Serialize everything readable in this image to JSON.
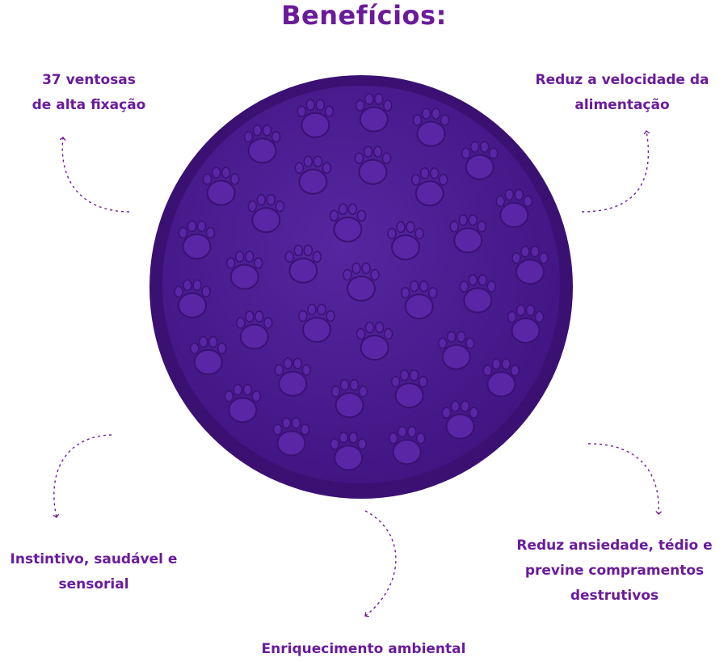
{
  "title": "Benefícios:",
  "benefits": {
    "top_left": [
      "37 ventosas",
      "de alta fixação"
    ],
    "top_right": [
      "Reduz a velocidade da",
      "alimentação"
    ],
    "bottom_left": [
      "Instintivo, saudável e",
      "sensorial"
    ],
    "bottom_right": [
      "Reduz ansiedade, tédio e",
      "previne compramentos",
      "destrutivos"
    ],
    "bottom": "Enriquecimento ambiental"
  },
  "colors": {
    "accent": "#6a1b9a",
    "mat": "#4a1a8c",
    "mat_dark": "#3a1172",
    "paw": "#5a26a6"
  },
  "illustration": {
    "icon": "lick-mat-icon",
    "paw_count": 37
  }
}
